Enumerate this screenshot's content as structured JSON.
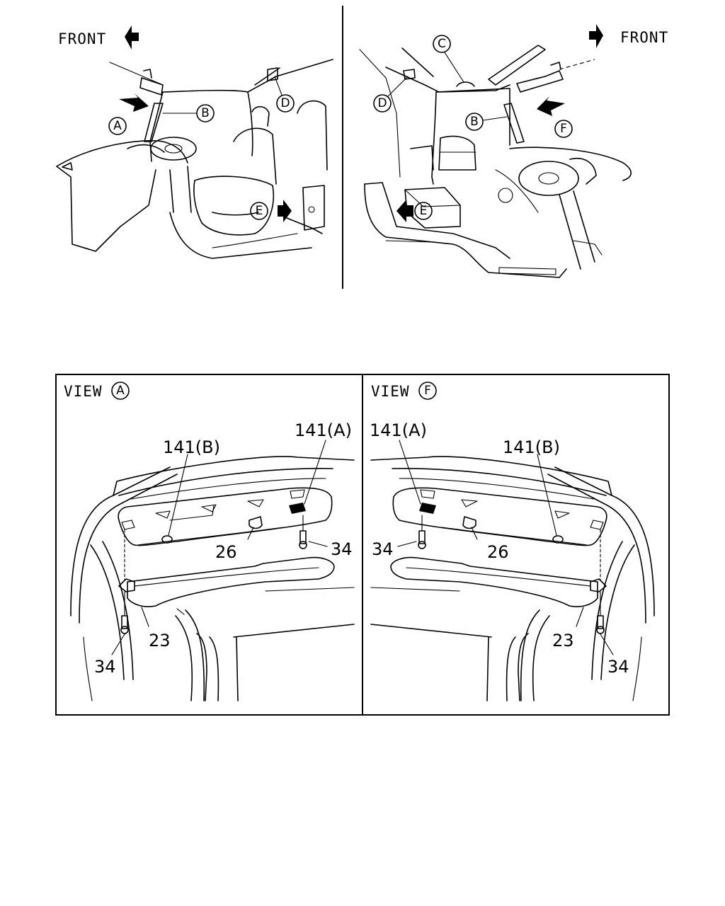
{
  "top_left": {
    "front_label": "FRONT",
    "callouts": {
      "A": "A",
      "B": "B",
      "D": "D",
      "E": "E"
    }
  },
  "top_right": {
    "front_label": "FRONT",
    "callouts": {
      "B": "B",
      "C": "C",
      "D": "D",
      "E": "E",
      "F": "F"
    }
  },
  "view_a": {
    "title": "VIEW",
    "title_callout": "A",
    "labels": {
      "p141b": "141(B)",
      "p141a": "141(A)",
      "p26": "26",
      "p34_right": "34",
      "p23": "23",
      "p34_left": "34"
    }
  },
  "view_f": {
    "title": "VIEW",
    "title_callout": "F",
    "labels": {
      "p141a": "141(A)",
      "p141b": "141(B)",
      "p34_left": "34",
      "p26": "26",
      "p23": "23",
      "p34_right": "34"
    }
  }
}
